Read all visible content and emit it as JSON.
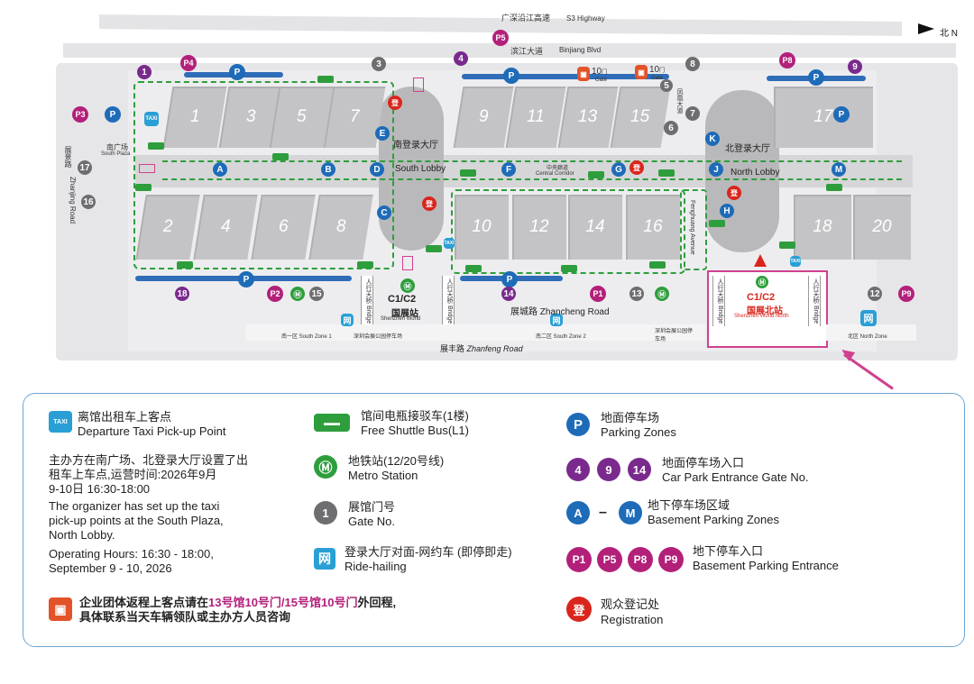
{
  "top": {
    "highway_cn": "广深沿江高速",
    "highway_en": "S3 Highway",
    "binjiang_cn": "滨江大道",
    "binjiang_en": "Binjiang Blvd",
    "north": "北 N"
  },
  "halls": [
    "1",
    "3",
    "5",
    "7",
    "9",
    "11",
    "13",
    "15",
    "17",
    "2",
    "4",
    "6",
    "8",
    "10",
    "12",
    "14",
    "16",
    "18",
    "20"
  ],
  "areas": {
    "south_plaza_cn": "南广场",
    "south_plaza_en": "South Plaza",
    "south_lobby_cn": "南登录大厅",
    "south_lobby_en": "South Lobby",
    "north_lobby_cn": "北登录大厅",
    "north_lobby_en": "North Lobby",
    "central_corridor_cn": "中央廊道",
    "central_corridor_en": "Central Corridor",
    "zhanjing_cn": "展景路",
    "zhanjing_en": "Zhanjing Road",
    "fenghuang_cn": "凤凰大道",
    "fenghuang_en": "Fenghuang Avenue",
    "zhancheng_cn": "展城路",
    "zhancheng_en": "Zhancheng Road",
    "zhanfeng_cn": "展丰路",
    "zhanfeng_en": "Zhanfeng Road",
    "station_sw": "C1/C2",
    "station_sw_cn": "国展站",
    "station_sw_en": "Shenzhen World",
    "station_n": "C1/C2",
    "station_n_cn": "国展北站",
    "station_n_en": "Shenzhen World North",
    "south_zone1": "南一区 South Zone 1",
    "south_zone2": "南二区 South Zone 2",
    "north_zone": "北区 North Zone",
    "public_parking": "深圳会展公园停车场",
    "bridge": "人行天桥 Bridge",
    "gate_10_a": "10",
    "gate_10_b": "10",
    "gate_label": "Gate",
    "gate_unit": "门"
  },
  "gates": [
    "1",
    "3",
    "4",
    "5",
    "6",
    "7",
    "8",
    "9",
    "12",
    "13",
    "15",
    "16",
    "17",
    "18",
    "14"
  ],
  "parking_entrances": [
    "P1",
    "P2",
    "P3",
    "P4",
    "P5",
    "P8",
    "P9"
  ],
  "basement_zones": [
    "A",
    "B",
    "C",
    "D",
    "E",
    "F",
    "G",
    "H",
    "J",
    "K",
    "M"
  ],
  "legend": {
    "taxi_cn": "离馆出租车上客点",
    "taxi_en": "Departure Taxi Pick-up Point",
    "taxi_note_cn_1": "主办方在南广场、北登录大厅设置了出",
    "taxi_note_cn_2": "租车上车点,运营时间:2026年9月",
    "taxi_note_cn_3": "9-10日 16:30-18:00",
    "taxi_note_en_1": "The organizer has set up the taxi",
    "taxi_note_en_2": "pick-up points at the South Plaza,",
    "taxi_note_en_3": "North Lobby.",
    "taxi_note_en_4": "Operating Hours: 16:30 - 18:00,",
    "taxi_note_en_5": "September 9 - 10, 2026",
    "group_cn_1a": "企业团体返程上客点请在",
    "group_cn_1b": "13号馆10号门/15号馆10号门",
    "group_cn_1c": "外回程,",
    "group_cn_2": "具体联系当天车辆领队或主办方人员咨询",
    "shuttle_cn": "馆间电瓶接驳车(1楼)",
    "shuttle_en": "Free Shuttle Bus(L1)",
    "metro_cn": "地铁站(12/20号线)",
    "metro_en": "Metro Station",
    "gate_cn": "展馆门号",
    "gate_en": "Gate No.",
    "gate_sample": "1",
    "ride_cn": "登录大厅对面-网约车 (即停即走)",
    "ride_en": "Ride-hailing",
    "parking_cn": "地面停车场",
    "parking_en": "Parking Zones",
    "carpark_cn": "地面停车场入口",
    "carpark_en": "Car Park Entrance Gate No.",
    "carpark_samples": [
      "4",
      "9",
      "14"
    ],
    "basement_cn": "地下停车场区域",
    "basement_en": "Basement Parking Zones",
    "basement_from": "A",
    "basement_to": "M",
    "basement_dash": "–",
    "bp_entrance_cn": "地下停车入口",
    "bp_entrance_en": "Basement Parking Entrance",
    "bp_samples": [
      "P1",
      "P5",
      "P8",
      "P9"
    ],
    "reg_cn": "观众登记处",
    "reg_en": "Registration",
    "reg_icon": "登",
    "p_icon": "P",
    "taxi_icon": "TAXI",
    "ride_icon": "网"
  },
  "colors": {
    "hall": "#c4c4c6",
    "parking": "#2f6db8",
    "shuttle": "#2e9e3c",
    "gate": "#6e6e70",
    "entrance": "#7a2a8c",
    "basement_entrance": "#b3207a",
    "registration": "#d9261c",
    "highlight": "#d0408f"
  }
}
